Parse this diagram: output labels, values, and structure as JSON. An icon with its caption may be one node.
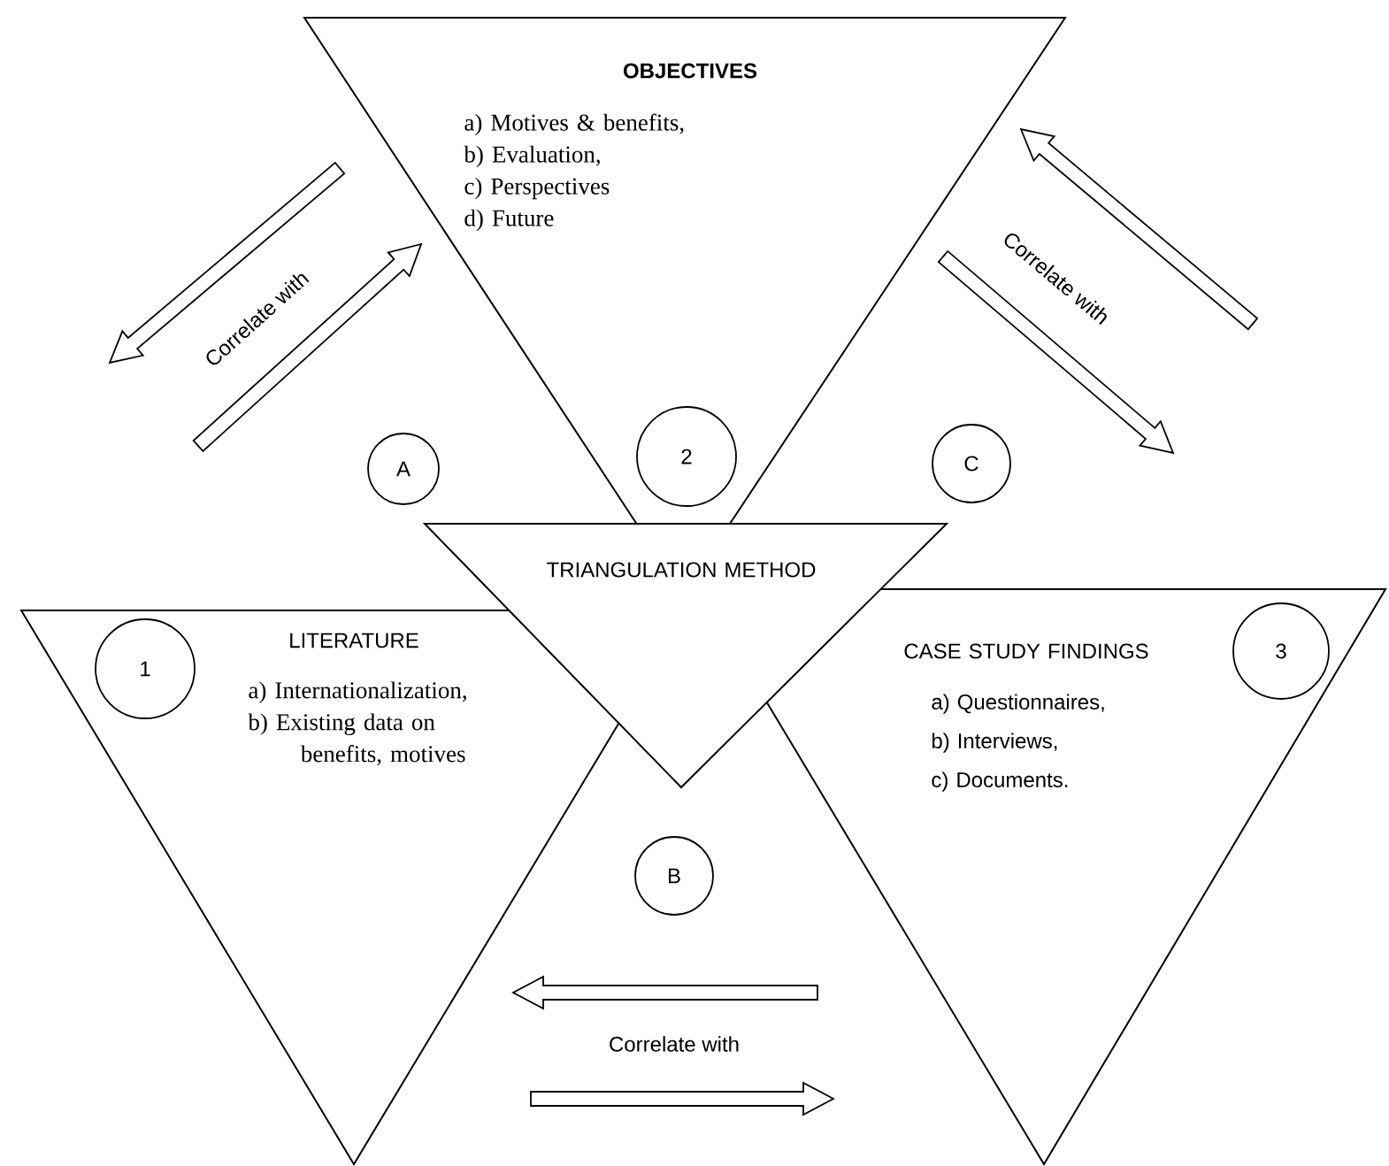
{
  "diagram": {
    "nodes": [
      {
        "text": [
          "OBJECTIVES",
          "a) Motives & benefits,",
          "b) Evaluation,",
          "c) Perspectives",
          "d) Future"
        ]
      },
      {
        "text": [
          "TRIANGULATION METHOD"
        ]
      },
      {
        "text": [
          "LITERATURE",
          "a) Internationalization,",
          "b) Existing data on benefits, motives"
        ]
      },
      {
        "text": [
          "CASE STUDY FINDINGS",
          "a) Questionnaires,",
          "b) Interviews,",
          "c) Documents."
        ]
      },
      {
        "text": [
          "2"
        ],
        "in": 0
      },
      {
        "text": [
          "A"
        ]
      },
      {
        "text": [
          "C"
        ]
      },
      {
        "text": [
          "1"
        ],
        "in": 2
      },
      {
        "text": [
          "3"
        ],
        "in": 3
      },
      {
        "text": [
          "B"
        ]
      }
    ],
    "labels": [
      "Correlate with",
      "Correlate with",
      "Correlate with"
    ]
  }
}
